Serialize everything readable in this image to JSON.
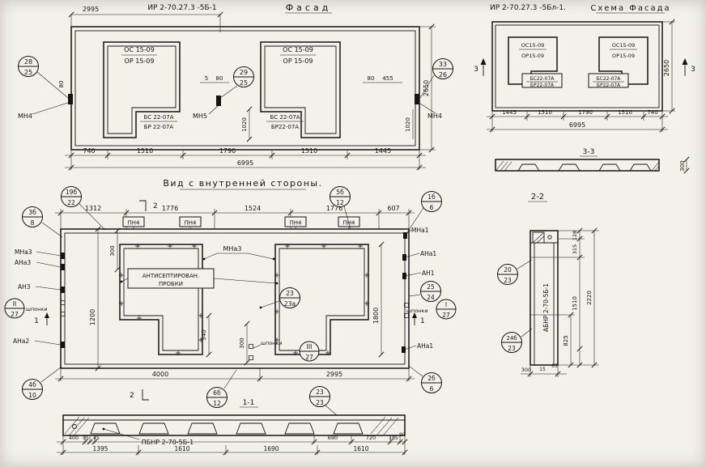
{
  "facade": {
    "code": "ИР 2-70.27.3 -5Б-1",
    "title": "Фасад",
    "dim_2995": "2995",
    "win1_l1": "ОС 15-09",
    "win1_l2": "ОР 15-09",
    "win2_l1": "ОС 15-09",
    "win2_l2": "ОР 15-09",
    "blk1_l1": "БС 22-07А",
    "blk1_l2": "БР 22-07А",
    "blk2_l1": "БС 22-07А",
    "blk2_l2": "БР22-07А",
    "co_left_t": "28",
    "co_left_b": "25",
    "co_mid_t": "29",
    "co_mid_b": "25",
    "co_right_t": "33",
    "co_right_b": "26",
    "mn4_left": "МН4",
    "mn5": "МН5",
    "mn4_right": "МН4",
    "d80l": "80",
    "d5": "5",
    "d80m": "80",
    "d80r": "80",
    "d455": "455",
    "d1020a": "1020",
    "d1020b": "1020",
    "dims": [
      "740",
      "1510",
      "1790",
      "1510",
      "1445"
    ],
    "total": "6995",
    "height": "2650"
  },
  "scheme": {
    "code": "ИР 2-70.27.3 -5Бл-1.",
    "title": "Схема Фасада",
    "win1_l1": "ОС15-09",
    "win1_l2": "ОР15-09",
    "win2_l1": "ОС15-09",
    "win2_l2": "ОР15-09",
    "blk1_l1": "БС22-07А",
    "blk1_l2": "БР22-07А",
    "blk2_l1": "БС22-07А",
    "blk2_l2": "БР22-07А",
    "mark3": "3",
    "dims": [
      "1445",
      "1510",
      "1790",
      "1510",
      "740"
    ],
    "total": "6995",
    "height": "2650",
    "sec_label": "3-3",
    "d300": "300"
  },
  "inner": {
    "title": "Вид с внутренней стороны.",
    "dims_top": [
      "1312",
      "1776",
      "1524",
      "1776",
      "607"
    ],
    "pn4": "ПН4",
    "mark2": "2",
    "mark1": "1",
    "co_19b_t": "19б",
    "co_19b_b": "22",
    "co_3b_t": "3б",
    "co_3b_b": "8",
    "co_5b_t": "5б",
    "co_5b_b": "12",
    "co_1b_t": "1б",
    "co_1b_b": "6",
    "co_25_t": "25",
    "co_25_b": "24",
    "co_23_t": "23",
    "co_23_b": "23а",
    "co_I_t": "I",
    "co_I_b": "27",
    "co_II_t": "II",
    "co_II_b": "27",
    "co_III_t": "III",
    "co_III_b": "27",
    "co_4b_t": "4б",
    "co_4b_b": "10",
    "co_2b_t": "2б",
    "co_2b_b": "6",
    "co_6b_t": "6б",
    "co_6b_b": "12",
    "mna3_left": "МНа3",
    "ana3_left": "АНа3",
    "an3": "АН3",
    "ana2": "АНа2",
    "mna1": "МНа1",
    "ana1_top": "АНа1",
    "an1": "АН1",
    "ana1_bot": "АНа1",
    "mna3_mid": "МНа3",
    "shponki": "шпонки",
    "anti1": "АНТИСЕПТИРОВАН.",
    "anti2": "ПРОБКИ",
    "d300a": "300",
    "d1200": "1200",
    "d340": "340",
    "d300b": "300",
    "d1800": "1800",
    "d4000": "4000",
    "d2995": "2995",
    "sec11": "1-1"
  },
  "sec22": {
    "title": "2-2",
    "co20_t": "20",
    "co20_b": "23",
    "co24_t": "24б",
    "co24_b": "23",
    "name": "АБНР 2-70-5Б-1",
    "d128": "128",
    "d315": "315",
    "d1510": "1510",
    "d2220": "2220",
    "d825": "825",
    "d300": "300",
    "d15": "15",
    "d65": "65"
  },
  "sec11": {
    "co23_t": "23",
    "co23_b": "23",
    "name": "ПБНР 2-70-5Б-1",
    "d400": "400",
    "d95": "95",
    "d45": "45",
    "d690": "690",
    "d720": "720",
    "d185": "185",
    "d90": "90",
    "dims": [
      "1395",
      "1610",
      "1690",
      "1610"
    ]
  }
}
